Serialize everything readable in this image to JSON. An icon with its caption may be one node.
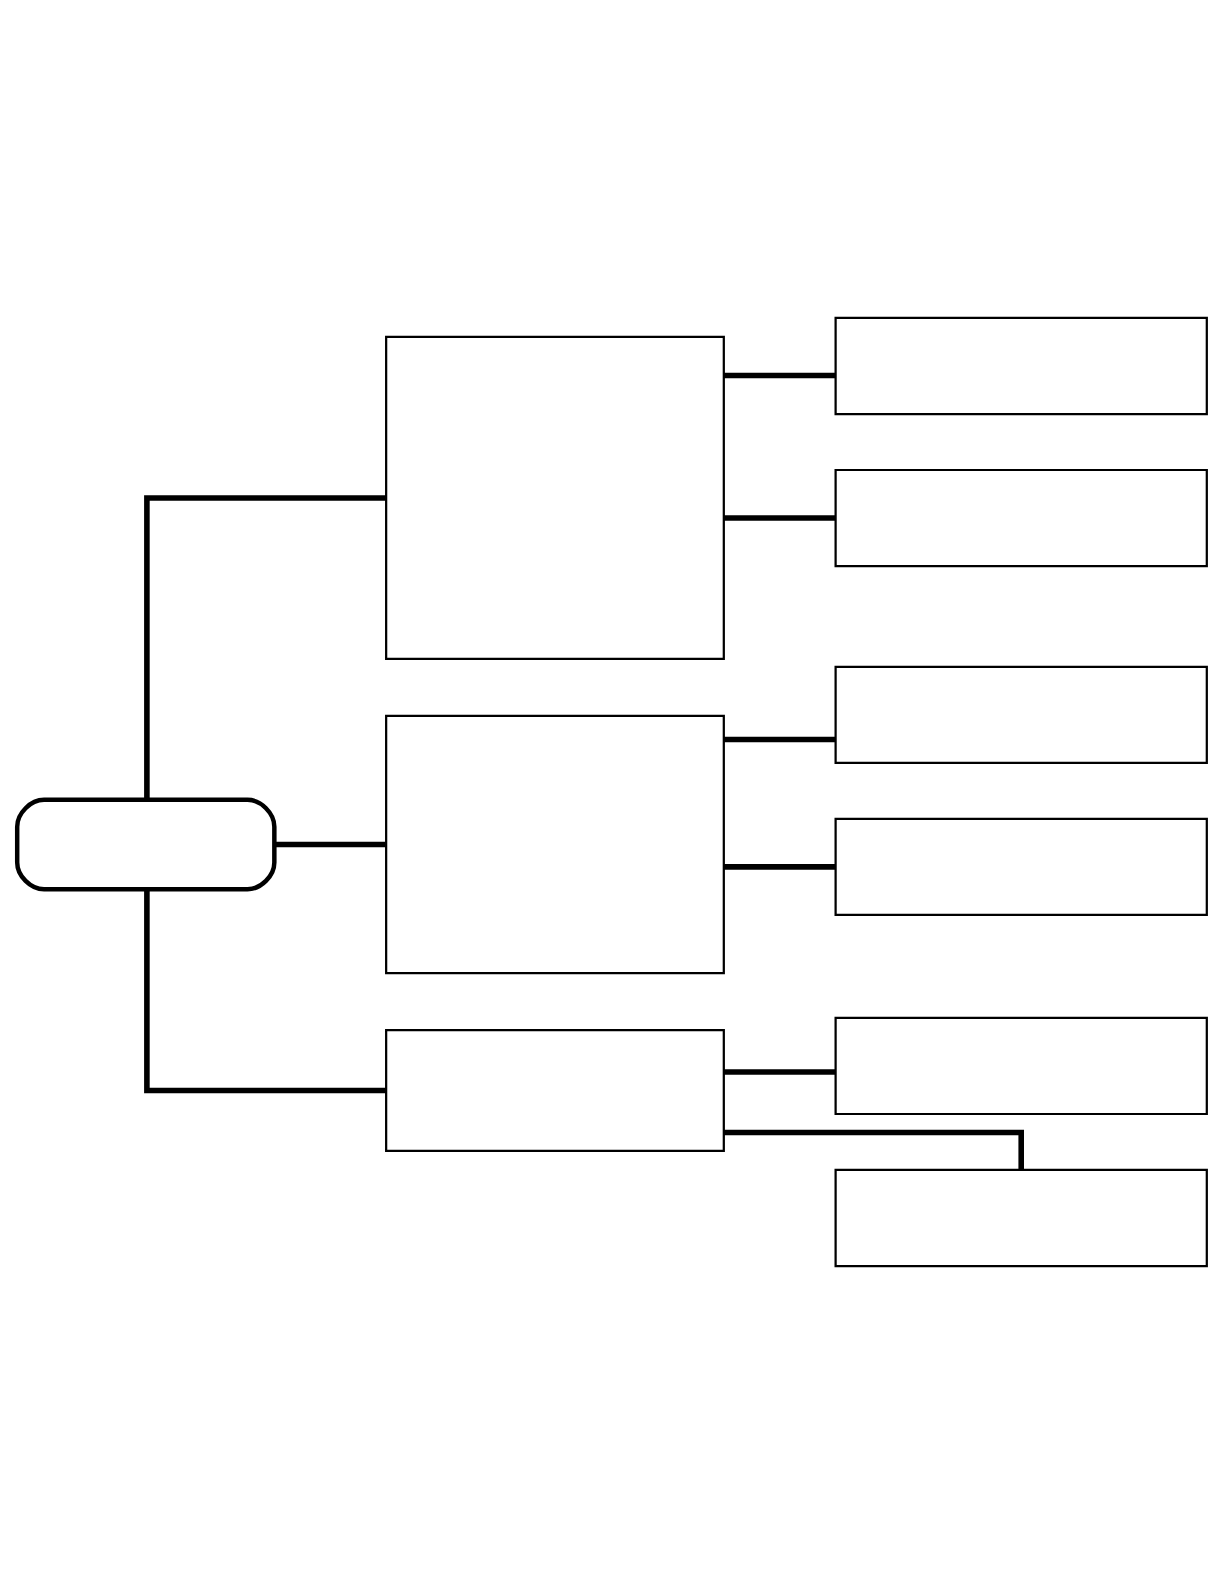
{
  "diagram": {
    "nodes": [
      {
        "text": [],
        "shape": "box"
      },
      {
        "text": [],
        "shape": "box"
      },
      {
        "text": [],
        "shape": "box"
      },
      {
        "text": [],
        "shape": "box"
      },
      {
        "text": [],
        "shape": "box"
      },
      {
        "text": [],
        "shape": "box"
      },
      {
        "text": [],
        "shape": "box"
      },
      {
        "text": [],
        "shape": "box"
      },
      {
        "text": [],
        "shape": "box"
      },
      {
        "text": [],
        "shape": "box"
      }
    ],
    "edges": [
      {
        "from": 0,
        "to": 1,
        "arrow": "none"
      },
      {
        "from": 1,
        "to": 2,
        "arrow": "none"
      },
      {
        "from": 1,
        "to": 3,
        "arrow": "none"
      },
      {
        "from": 0,
        "to": 4,
        "arrow": "none"
      },
      {
        "from": 4,
        "to": 5,
        "arrow": "none"
      },
      {
        "from": 4,
        "to": 6,
        "arrow": "none"
      },
      {
        "from": 0,
        "to": 7,
        "arrow": "none"
      },
      {
        "from": 7,
        "to": 8,
        "arrow": "none"
      },
      {
        "from": 7,
        "to": 9,
        "arrow": "none"
      }
    ]
  }
}
